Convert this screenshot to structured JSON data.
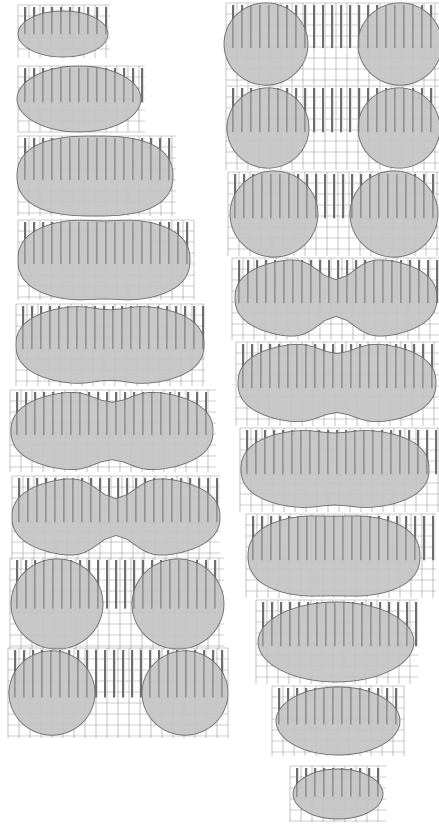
{
  "figure": {
    "description_visible_text": "",
    "background_color": "#ffffff",
    "grid_color": "#9a9a9a",
    "drop_fill_color": "#c4c4c4",
    "drop_stroke_color": "#6e6e6e",
    "pillar_color": "#6f6f6f",
    "pillar_highlight_color": "#e6e6e6"
  },
  "sequences": [
    {
      "name": "left-column-sequence",
      "frames": 9,
      "shapes": [
        "ellipse",
        "ellipse",
        "elongated-drop",
        "elongated-drop",
        "elongated-drop",
        "necking-drop",
        "necking-drop",
        "two-drops",
        "two-drops"
      ]
    },
    {
      "name": "right-column-sequence",
      "frames": 10,
      "shapes": [
        "two-drops",
        "two-drops",
        "two-drops",
        "necking-drop",
        "necking-drop",
        "elongated-drop",
        "elongated-drop",
        "elongated-drop",
        "ellipse",
        "ellipse"
      ]
    }
  ]
}
